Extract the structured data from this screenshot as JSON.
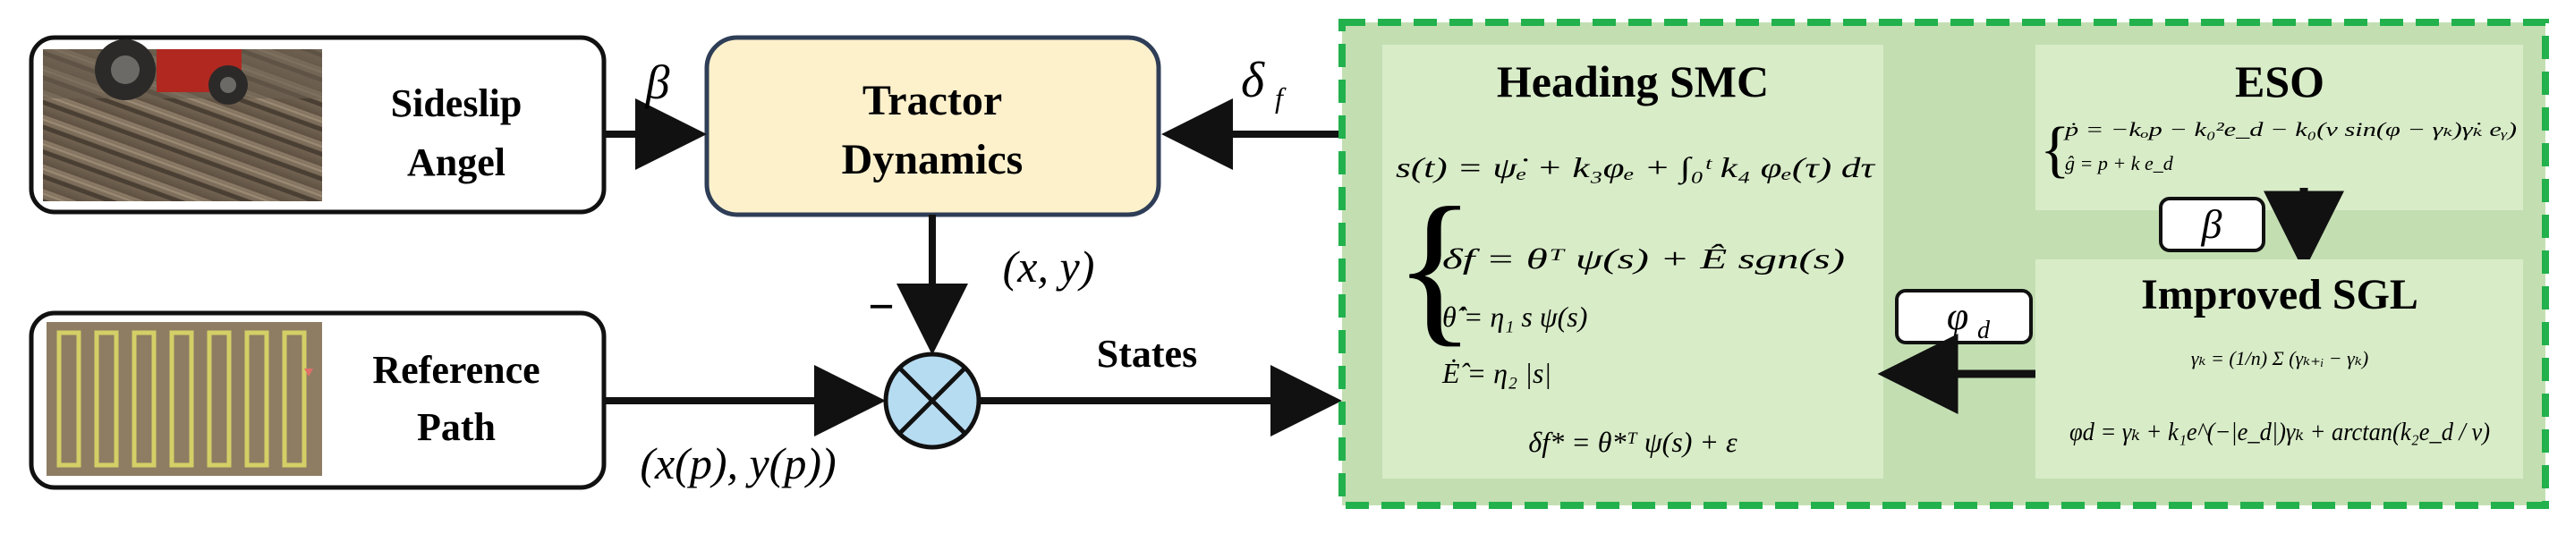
{
  "sideslip": {
    "line1": "Sideslip",
    "line2": "Angel"
  },
  "reference": {
    "line1": "Reference",
    "line2": "Path"
  },
  "tractor": {
    "line1": "Tractor",
    "line2": "Dynamics"
  },
  "signals": {
    "beta": "β",
    "delta_f": "δ",
    "delta_f_sub": "f",
    "xy": "(x, y)",
    "minus": "−",
    "states": "States",
    "xp_yp": "(x(p), y(p))",
    "beta_box": "β",
    "phi_d": "φ",
    "phi_d_sub": "d"
  },
  "heading_smc": {
    "title": "Heading SMC",
    "sliding_surface": "s(t) = ψ̇ₑ + k₃φₑ + ∫₀ᵗ k₄ φₑ(τ) dτ",
    "law1": "δf = θᵀ ψ(s) + Ê sgn(s)",
    "law2": "θ̂̇ = η₁ s ψ(s)",
    "law3": "Ė̂ = η₂ |s|",
    "ideal": "δf* = θ*ᵀ ψ(s) + ε"
  },
  "eso": {
    "title": "ESO",
    "eq1": "ṗ = −kₒp − k₀²e_d − k₀(v sin(φ − γₖ)γ̇ₖ eᵧ)",
    "eq2": "ĝ = p + k e_d"
  },
  "sgl": {
    "title": "Improved SGL",
    "eq1": "γₖ = (1/n) Σ (γₖ₊ᵢ − γₖ)",
    "eq2": "φd = γₖ + k₁e^(−|e_d|)γₖ + arctan(k₂e_d / v)"
  },
  "colors": {
    "tractor_fill": "#fdf1cc",
    "tractor_stroke": "#2f3e57",
    "green_border": "#22b14c",
    "green_bg": "#c3dfb2",
    "green_panel": "#d8ecc8",
    "sum_fill": "#b6dcf2",
    "arrow": "#111111"
  },
  "icons": {
    "sideslip_photo": "tractor-field-photo",
    "reference_photo": "field-rows-aerial-photo"
  }
}
